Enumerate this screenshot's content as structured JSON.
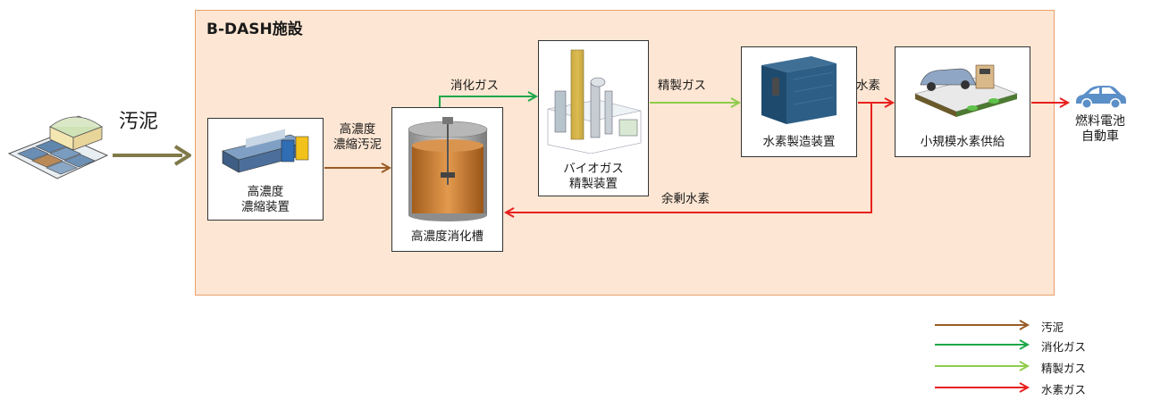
{
  "facility": {
    "title": "B-DASH施設"
  },
  "input": {
    "label": "汚泥"
  },
  "nodes": {
    "thickener": {
      "label": "高濃度\n濃縮装置"
    },
    "digester": {
      "label": "高濃度消化槽"
    },
    "biogas_refiner": {
      "label": "バイオガス\n精製装置"
    },
    "hydrogen_producer": {
      "label": "水素製造装置"
    },
    "hydrogen_supply": {
      "label": "小規模水素供給"
    }
  },
  "flows": {
    "concentrated_sludge": "高濃度\n濃縮汚泥",
    "digestion_gas": "消化ガス",
    "refined_gas": "精製ガス",
    "hydrogen": "水素",
    "surplus_hydrogen": "余剰水素"
  },
  "output": {
    "label": "燃料電池\n自動車"
  },
  "legend": [
    {
      "label": "汚泥",
      "color": "#9a5b25"
    },
    {
      "label": "消化ガス",
      "color": "#1fa84a"
    },
    {
      "label": "精製ガス",
      "color": "#8fcc4c"
    },
    {
      "label": "水素ガス",
      "color": "#e8201e"
    }
  ],
  "colors": {
    "sludge": "#9a5b25",
    "digestion_gas": "#1fa84a",
    "refined_gas": "#8fcc4c",
    "hydrogen": "#e8201e",
    "input_arrow": "#807a4a"
  }
}
